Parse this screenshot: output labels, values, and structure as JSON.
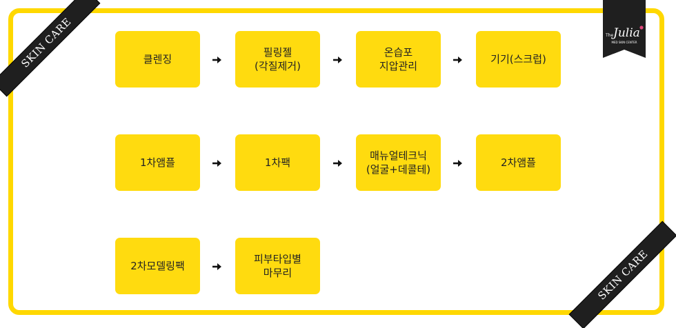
{
  "ribbons": {
    "top_left": "SKIN CARE",
    "bottom_right": "SKIN CARE"
  },
  "logo": {
    "prefix": "The",
    "name": "Julia",
    "tagline": "MED SKIN CENTER"
  },
  "steps": [
    {
      "label": "클렌징"
    },
    {
      "label": "필링젤\n(각질제거)"
    },
    {
      "label": "온습포\n지압관리"
    },
    {
      "label": "기기(스크럽)"
    },
    {
      "label": "1차앰플"
    },
    {
      "label": "1차팩"
    },
    {
      "label": "매뉴얼테크닉\n(얼굴+데콜테)"
    },
    {
      "label": "2차앰플"
    },
    {
      "label": "2차모델링팩"
    },
    {
      "label": "피부타입별\n마무리"
    }
  ],
  "colors": {
    "box": "#ffdb0f",
    "frame": "#ffd800",
    "ribbon": "#1f1f1f",
    "accent": "#e0457b"
  }
}
